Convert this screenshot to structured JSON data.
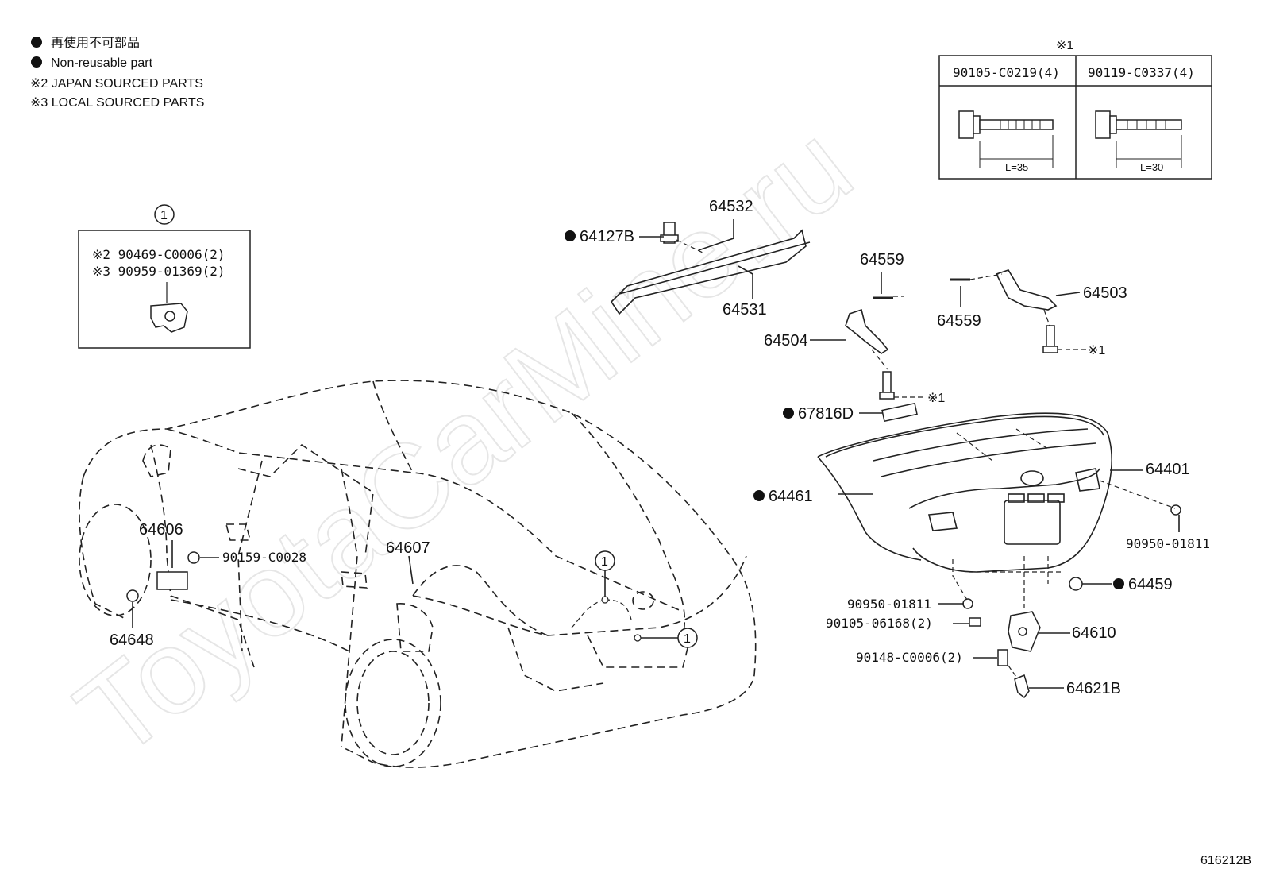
{
  "legend": {
    "items": [
      "再使用不可部品",
      "Non-reusable part",
      "※2 JAPAN SOURCED PARTS",
      "※3 LOCAL SOURCED PARTS"
    ]
  },
  "bolt_table": {
    "ref": "※1",
    "columns": [
      {
        "part": "90105-C0219(4)",
        "length": "L=35"
      },
      {
        "part": "90119-C0337(4)",
        "length": "L=30"
      }
    ]
  },
  "callout_box": {
    "marker": "1",
    "lines": [
      "※2 90469-C0006(2)",
      "※3 90959-01369(2)"
    ]
  },
  "parts": {
    "p64532": "64532",
    "p64127B": "64127B",
    "p64531": "64531",
    "p64559a": "64559",
    "p64559b": "64559",
    "p64503": "64503",
    "p64504": "64504",
    "ref1a": "※1",
    "ref1b": "※1",
    "p67816D": "67816D",
    "p64401": "64401",
    "p64461": "64461",
    "p90950a": "90950-01811",
    "p64459": "64459",
    "p90950b": "90950-01811",
    "p90105": "90105-06168(2)",
    "p64610": "64610",
    "p90148": "90148-C0006(2)",
    "p64621B": "64621B",
    "p64606": "64606",
    "p90159": "90159-C0028",
    "p64648": "64648",
    "p64607": "64607",
    "marker1": "1",
    "marker2": "1",
    "marker3": "1"
  },
  "watermark": "ToyotaCarMine.ru",
  "diagram_id": "616212B"
}
